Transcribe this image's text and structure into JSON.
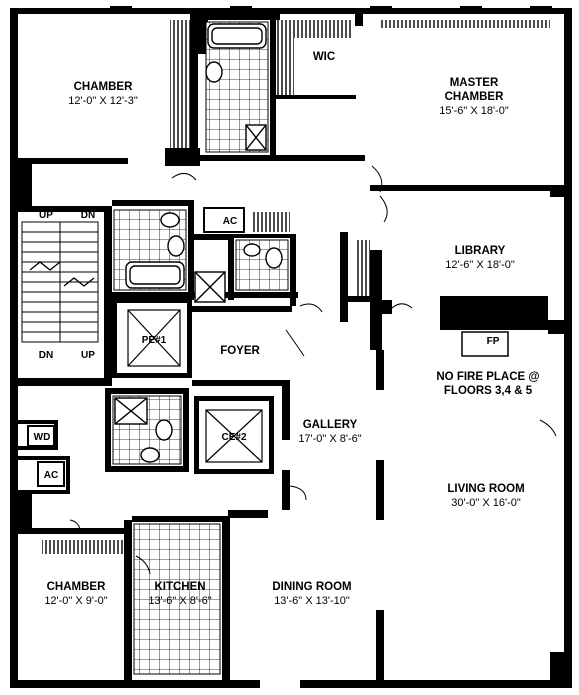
{
  "rooms": {
    "chamber_top": {
      "name": "CHAMBER",
      "dims": "12'-0\" X 12'-3\""
    },
    "wic": {
      "name": "WIC"
    },
    "master": {
      "name1": "MASTER",
      "name2": "CHAMBER",
      "dims": "15'-6\" X 18'-0\""
    },
    "library": {
      "name": "LIBRARY",
      "dims": "12'-6\" X 18'-0\""
    },
    "foyer": {
      "name": "FOYER"
    },
    "gallery": {
      "name": "GALLERY",
      "dims": "17'-0\" X 8'-6\""
    },
    "living": {
      "name": "LIVING ROOM",
      "dims": "30'-0\" X 16'-0\""
    },
    "dining": {
      "name": "DINING ROOM",
      "dims": "13'-6\" X 13'-10\""
    },
    "kitchen": {
      "name": "KITCHEN",
      "dims": "13'-6\" X 8'-6\""
    },
    "chamber_bottom": {
      "name": "CHAMBER",
      "dims": "12'-0\" X 9'-0\""
    }
  },
  "fixtures": {
    "ac_upper": "AC",
    "ac_left": "AC",
    "wd": "WD",
    "fp": "FP",
    "pe1": "PE#1",
    "ce2": "CE#2",
    "fp_note1": "NO FIRE PLACE @",
    "fp_note2": "FLOORS 3,4 & 5"
  },
  "stairs": {
    "up_top": "UP",
    "dn_top": "DN",
    "dn_bottom": "DN",
    "up_bottom": "UP"
  }
}
